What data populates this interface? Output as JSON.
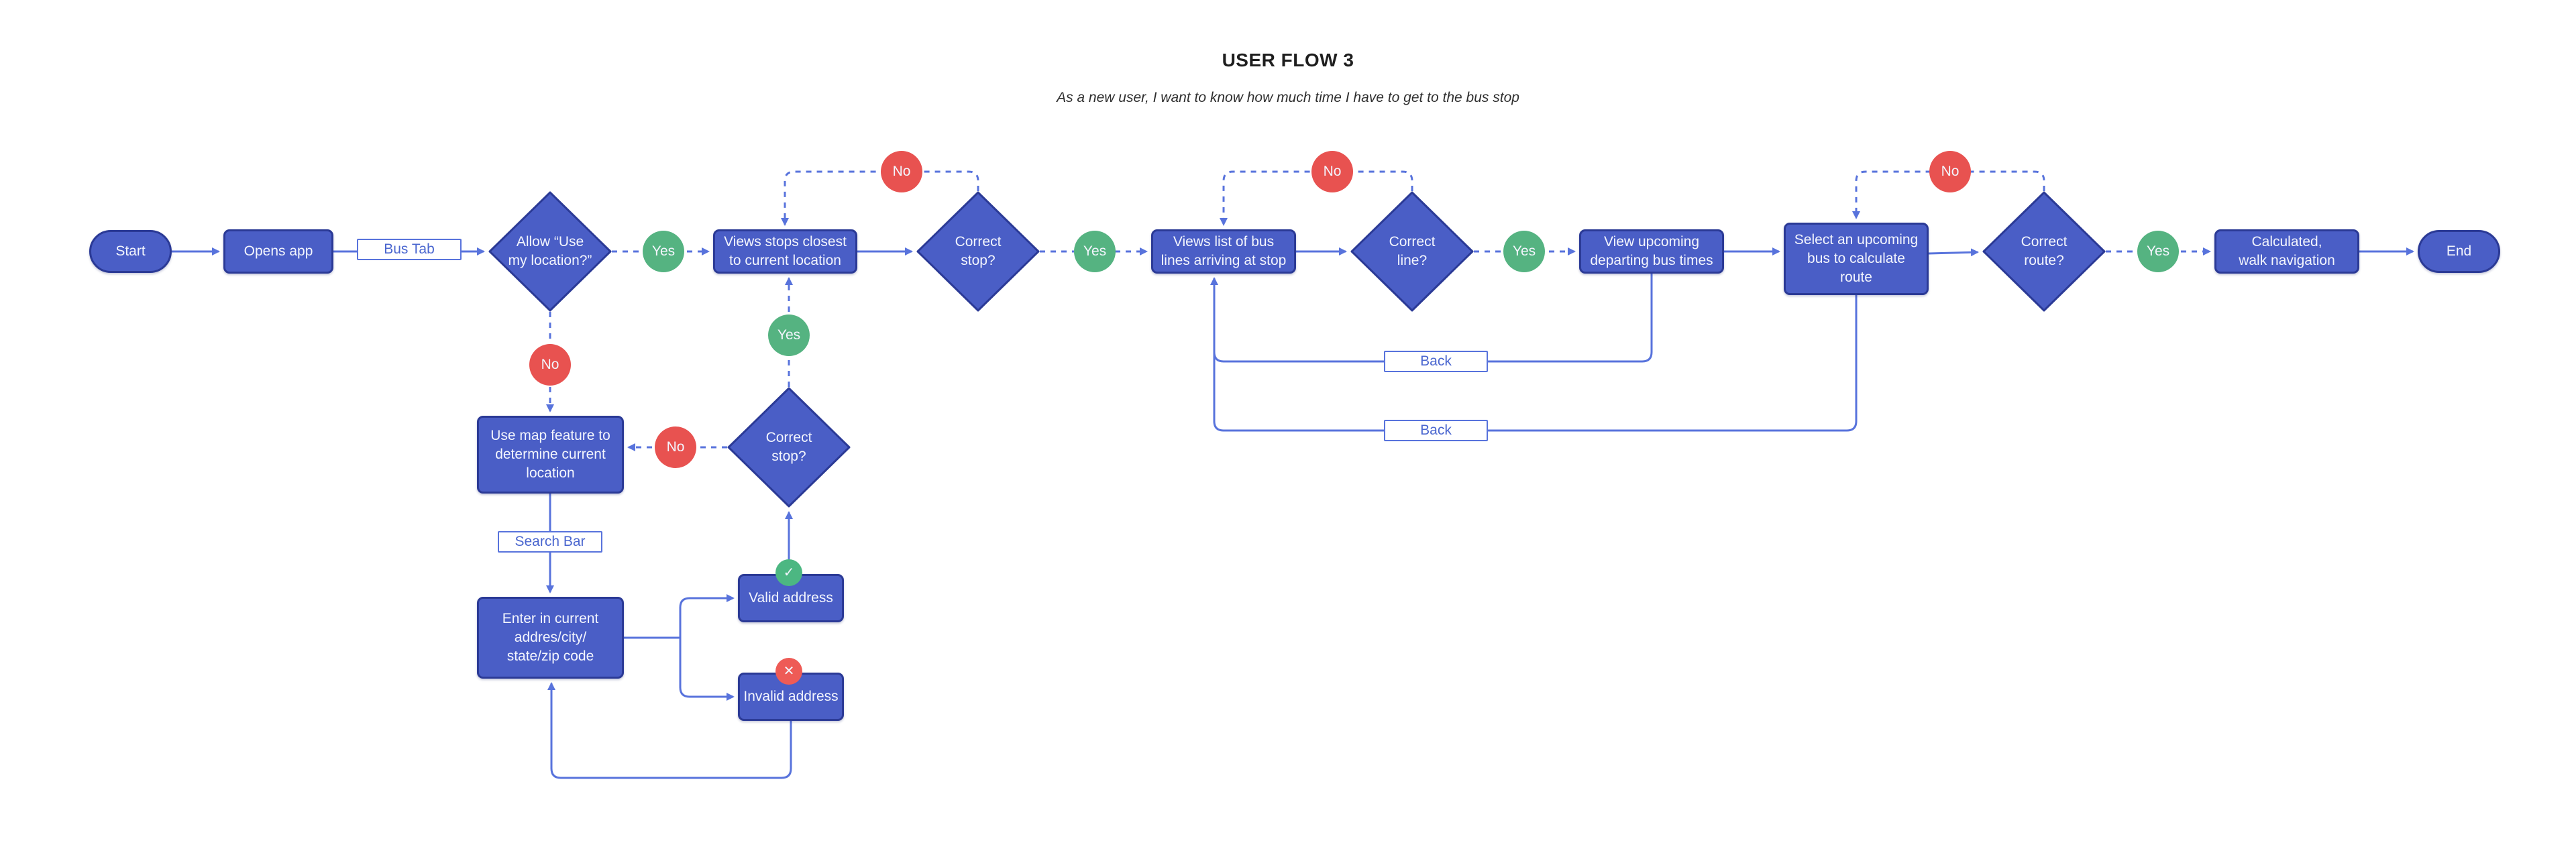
{
  "header": {
    "title": "USER FLOW 3",
    "subtitle": "As a new user, I want to know how much time I have to get to the bus stop"
  },
  "flow": {
    "nodes": {
      "start": {
        "label": "Start"
      },
      "opens_app": {
        "label": "Opens app"
      },
      "bus_tab": {
        "label": "Bus Tab"
      },
      "allow_location": {
        "label": "Allow “Use\nmy location?”"
      },
      "views_stops": {
        "label": "Views stops closest\nto current location"
      },
      "correct_stop_1": {
        "label": "Correct\nstop?"
      },
      "views_bus_lines": {
        "label": "Views list of bus\nlines arriving at stop"
      },
      "correct_line": {
        "label": "Correct\nline?"
      },
      "view_departing_times": {
        "label": "View upcoming\ndeparting bus times"
      },
      "select_bus": {
        "label": "Select an upcoming\nbus to calculate\nroute"
      },
      "correct_route": {
        "label": "Correct\nroute?"
      },
      "calculated": {
        "label": "Calculated,\nwalk navigation"
      },
      "end": {
        "label": "End"
      },
      "use_map": {
        "label": "Use map feature to\ndetermine current\nlocation"
      },
      "search_bar": {
        "label": "Search Bar"
      },
      "enter_address": {
        "label": "Enter in current\naddres/city/\nstate/zip code"
      },
      "valid_address": {
        "label": "Valid address"
      },
      "invalid_address": {
        "label": "Invalid address"
      },
      "back_top": {
        "label": "Back"
      },
      "back_bottom": {
        "label": "Back"
      }
    },
    "branch_labels": {
      "allow_yes": "Yes",
      "allow_no": "No",
      "stop1_yes": "Yes",
      "stop1_no": "No",
      "line_yes": "Yes",
      "line_no": "No",
      "route_yes": "Yes",
      "route_no": "No",
      "stop2_yes": "Yes",
      "stop2_no": "No"
    },
    "badges": {
      "valid_check": "✓",
      "invalid_cross": "✕"
    }
  },
  "colors": {
    "node_fill": "#4a5ec6",
    "node_border": "#2b3a96",
    "connector_blue": "#5873dc",
    "yes_green": "#55b381",
    "no_red": "#e85250",
    "badge_green": "#4cb782",
    "badge_red": "#ee5b56",
    "label_text_blue": "#4a66cf",
    "canvas_background": "#ffffff"
  }
}
